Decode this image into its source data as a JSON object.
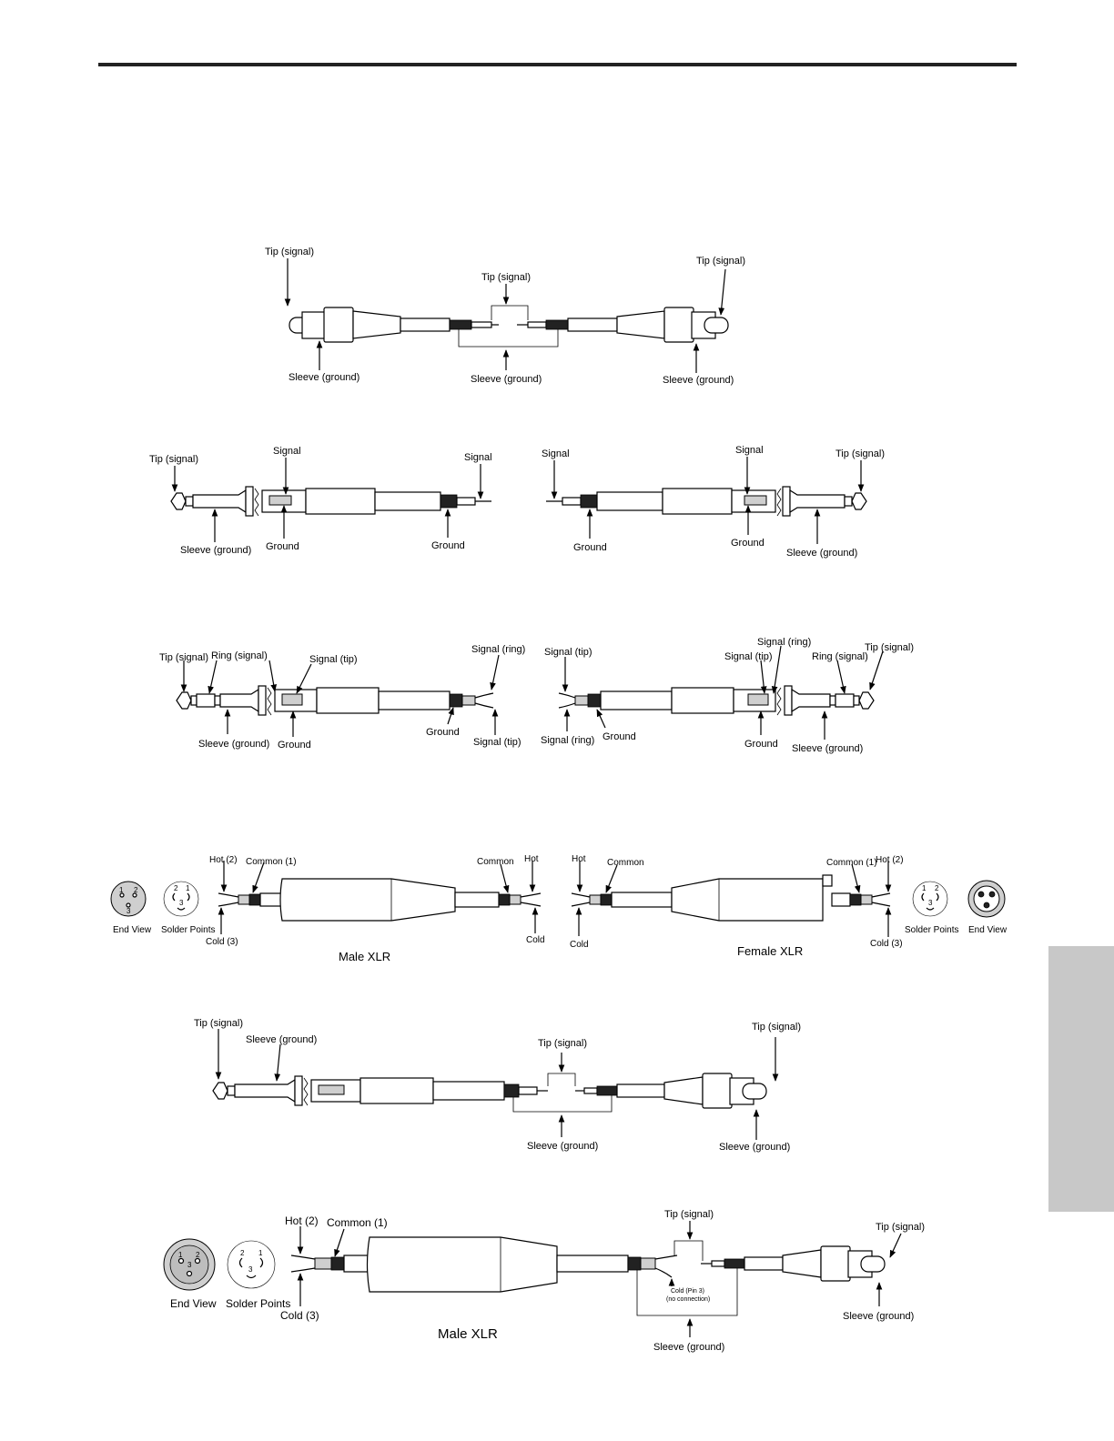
{
  "colors": {
    "rule": "#222222",
    "side_tab": "#c8c8c8",
    "stroke": "#000000"
  },
  "cable1": {
    "tip_left": "Tip (signal)",
    "tip_center": "Tip (signal)",
    "tip_right": "Tip (signal)",
    "sleeve_left": "Sleeve (ground)",
    "sleeve_center": "Sleeve (ground)",
    "sleeve_right": "Sleeve (ground)"
  },
  "cable2": {
    "tip_left": "Tip (signal)",
    "signal_left_plug": "Signal",
    "signal_left_end": "Signal",
    "sleeve_left": "Sleeve (ground)",
    "ground_left_plug": "Ground",
    "ground_left_end": "Ground",
    "signal_right_end": "Signal",
    "signal_right_plug": "Signal",
    "tip_right": "Tip (signal)",
    "ground_right_end": "Ground",
    "ground_right_plug": "Ground",
    "sleeve_right": "Sleeve (ground)"
  },
  "cable3": {
    "tip_left": "Tip (signal)",
    "ring_left": "Ring (signal)",
    "signal_tip_left": "Signal (tip)",
    "signal_ring_left_end": "Signal (ring)",
    "sleeve_left": "Sleeve (ground)",
    "ground_left_plug": "Ground",
    "ground_left_end": "Ground",
    "signal_tip_left_end": "Signal (tip)",
    "signal_tip_right_end": "Signal (tip)",
    "signal_ring_right_end": "Signal (ring)",
    "ground_right_end": "Ground",
    "signal_ring_right_plug": "Signal (ring)",
    "signal_tip_right_plug": "Signal (tip)",
    "ring_right": "Ring (signal)",
    "tip_right": "Tip (signal)",
    "ground_right_plug": "Ground",
    "sleeve_right": "Sleeve (ground)"
  },
  "cable4": {
    "hot_left": "Hot (2)",
    "common_left": "Common (1)",
    "cold_left": "Cold (3)",
    "end_view_left": "End View",
    "solder_points_left": "Solder Points",
    "common_left_end": "Common",
    "hot_left_end": "Hot",
    "cold_left_end": "Cold",
    "male_caption": "Male XLR",
    "hot_right_end": "Hot",
    "common_right_end": "Common",
    "cold_right_end": "Cold",
    "female_caption": "Female XLR",
    "common_right": "Common (1)",
    "hot_right": "Hot (2)",
    "cold_right": "Cold (3)",
    "solder_points_right": "Solder Points",
    "end_view_right": "End View"
  },
  "cable5": {
    "tip_left": "Tip (signal)",
    "sleeve_left": "Sleeve (ground)",
    "tip_center": "Tip (signal)",
    "sleeve_center": "Sleeve (ground)",
    "tip_right": "Tip (signal)",
    "sleeve_right": "Sleeve (ground)"
  },
  "cable6": {
    "hot": "Hot (2)",
    "common": "Common (1)",
    "cold": "Cold (3)",
    "end_view": "End View",
    "solder_points": "Solder Points",
    "male_caption": "Male XLR",
    "tip_center": "Tip (signal)",
    "cold_pin3": "Cold (Pin 3)",
    "no_connection": "(no connection)",
    "sleeve_center": "Sleeve (ground)",
    "tip_right": "Tip (signal)",
    "sleeve_right": "Sleeve (ground)"
  },
  "pins": {
    "one": "1",
    "two": "2",
    "three": "3"
  }
}
